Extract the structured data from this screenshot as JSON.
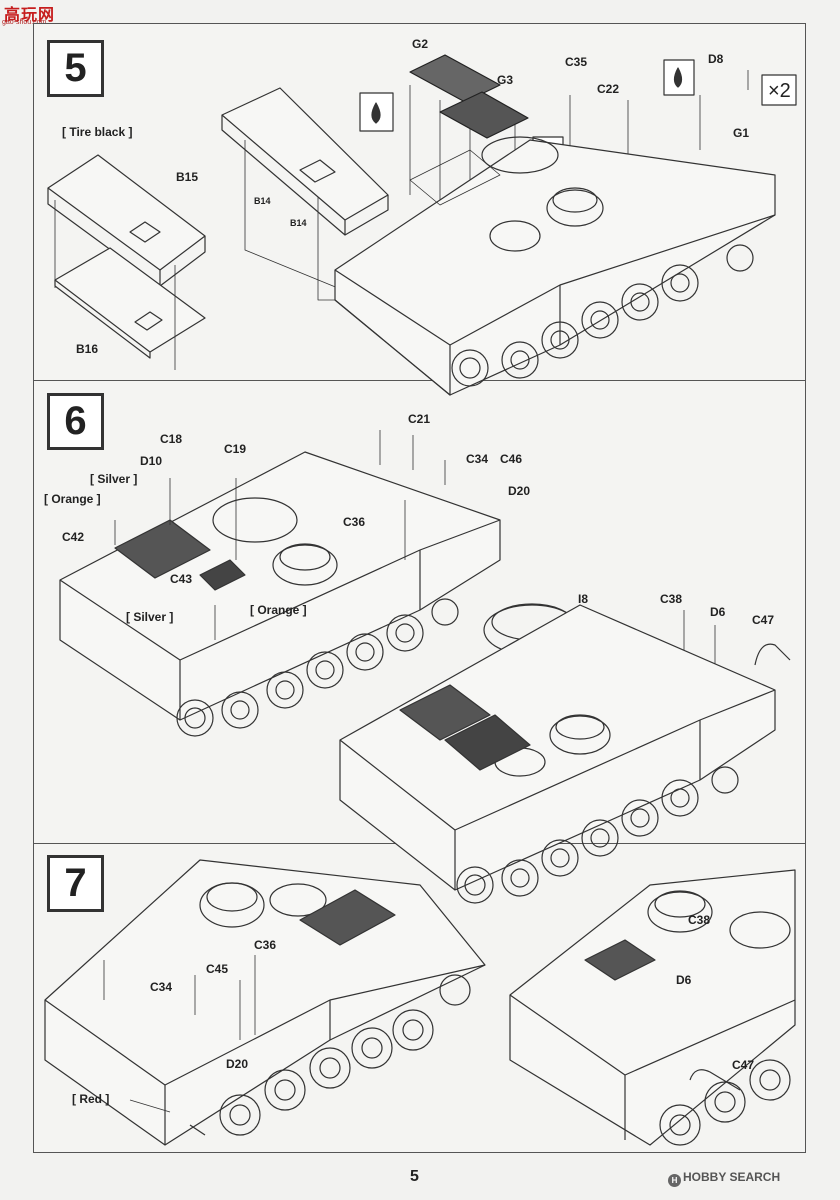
{
  "watermark": {
    "brand_cn": "高玩网",
    "url": "gao-shou.com"
  },
  "steps": [
    "5",
    "6",
    "7"
  ],
  "step5": {
    "labels": {
      "tire_black": "[ Tire black ]",
      "b15": "B15",
      "b16": "B16",
      "b14a": "B14",
      "b14b": "B14",
      "g2": "G2",
      "g3": "G3",
      "c35": "C35",
      "c22": "C22",
      "d8": "D8",
      "g1": "G1",
      "x2": "×2"
    }
  },
  "step6": {
    "labels": {
      "c18": "C18",
      "d10": "D10",
      "silver1": "[ Silver ]",
      "orange1": "[ Orange ]",
      "c42": "C42",
      "c19": "C19",
      "c21": "C21",
      "c34": "C34",
      "c46": "C46",
      "d20": "D20",
      "c36": "C36",
      "c43": "C43",
      "silver2": "[ Silver ]",
      "orange2": "[ Orange ]",
      "i8": "I8",
      "c38": "C38",
      "d6": "D6",
      "c47": "C47"
    }
  },
  "step7": {
    "labels": {
      "c36": "C36",
      "c45": "C45",
      "c34": "C34",
      "d20": "D20",
      "red": "[ Red ]",
      "c38": "C38",
      "d6": "D6",
      "c47": "C47"
    }
  },
  "footer": {
    "page_number": "5",
    "brand": "HOBBY SEARCH"
  },
  "colors": {
    "line": "#333333",
    "frame": "#555555",
    "logo_red": "#c61d1d"
  }
}
